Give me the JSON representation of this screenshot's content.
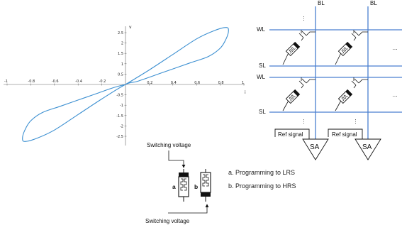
{
  "chart_data": {
    "type": "line",
    "x_label": "i",
    "y_label": "v",
    "xlim": [
      -1,
      1
    ],
    "ylim": [
      -2.75,
      2.75
    ],
    "x_ticks": [
      "-1",
      "-0.8",
      "-0.6",
      "-0.4",
      "-0.2",
      "0.2",
      "0.4",
      "0.6",
      "0.8",
      "1"
    ],
    "x_tick_values": [
      -1,
      -0.8,
      -0.6,
      -0.4,
      -0.2,
      0.2,
      0.4,
      0.6,
      0.8,
      1
    ],
    "y_ticks": [
      "2.5",
      "2",
      "1.5",
      "1",
      "0.5",
      "-0.5",
      "-1",
      "-1.5",
      "-2",
      "-2.5"
    ],
    "y_tick_values": [
      2.5,
      2,
      1.5,
      1,
      0.5,
      -0.5,
      -1,
      -1.5,
      -2,
      -2.5
    ],
    "series": [
      {
        "color": "#3b8fd1",
        "x": [
          0,
          0.2,
          0.4,
          0.6,
          0.75,
          0.85,
          0.87,
          0.85,
          0.8,
          0.7,
          0.55,
          0.4,
          0.25,
          0.1,
          0,
          -0.2,
          -0.4,
          -0.6,
          -0.75,
          -0.85,
          -0.87,
          -0.85,
          -0.8,
          -0.7,
          -0.55,
          -0.4,
          -0.25,
          -0.1,
          0
        ],
        "y": [
          0,
          0.7,
          1.45,
          2.2,
          2.6,
          2.75,
          2.6,
          2.2,
          1.75,
          1.35,
          1.05,
          0.75,
          0.45,
          0.15,
          0,
          -0.7,
          -1.45,
          -2.2,
          -2.6,
          -2.75,
          -2.6,
          -2.2,
          -1.75,
          -1.35,
          -1.05,
          -0.75,
          -0.45,
          -0.15,
          0
        ]
      }
    ]
  },
  "crossbar": {
    "bit_lines": [
      "BL",
      "BL"
    ],
    "word_lines": [
      "WL",
      "WL"
    ],
    "source_lines": [
      "SL",
      "SL"
    ],
    "ellipsis": "…",
    "ref_signal": [
      "Ref signal",
      "Ref signal"
    ],
    "sense_amp": [
      "SA",
      "SA"
    ]
  },
  "switching": {
    "top_label": "Switching voltage",
    "bottom_label": "Switching voltage",
    "device_a": "a",
    "device_b": "b",
    "legend_a": "a. Programming to LRS",
    "legend_b": "b. Programming to HRS"
  },
  "colors": {
    "line_blue": "#4a7fd0",
    "curve_blue": "#3b8fd1",
    "black": "#111111"
  }
}
